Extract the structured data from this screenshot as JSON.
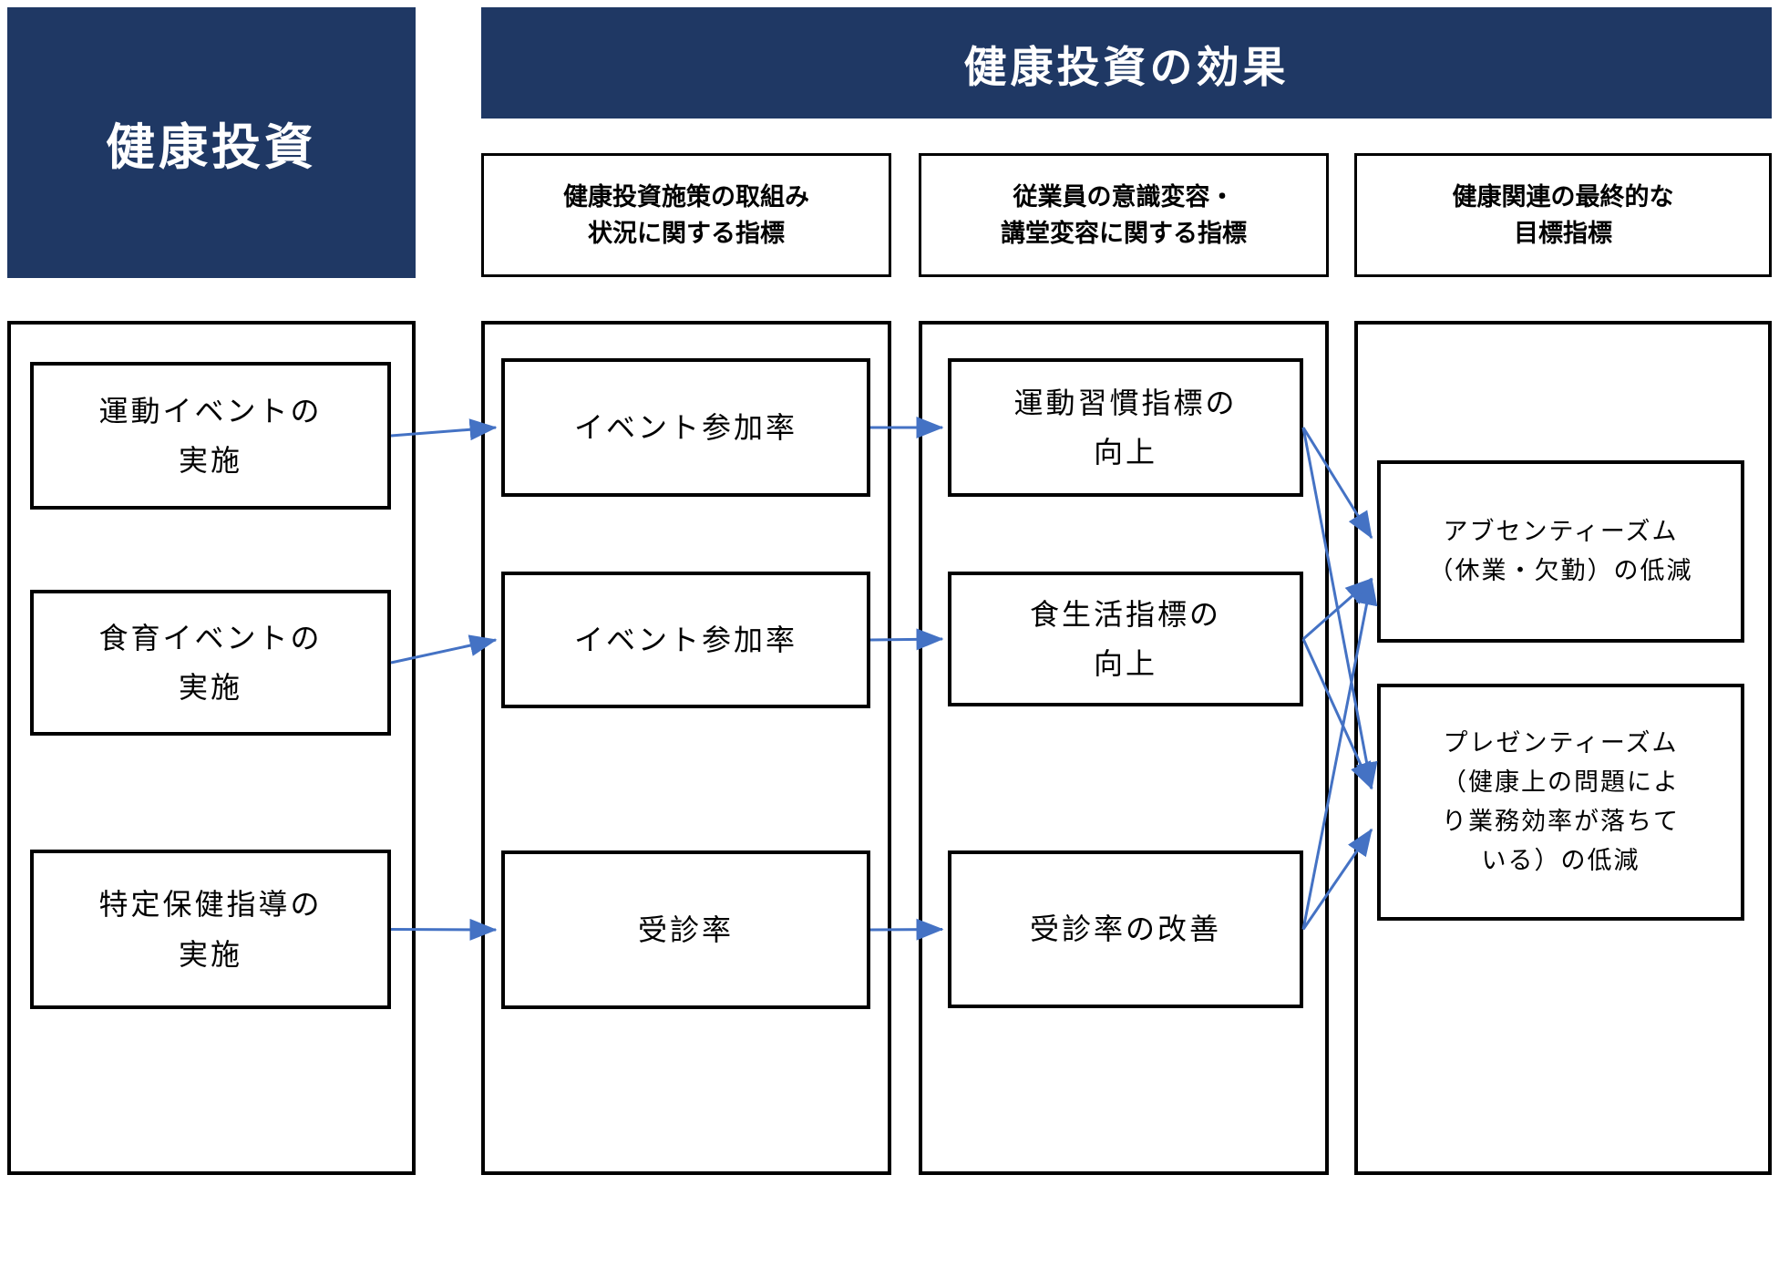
{
  "colors": {
    "navy": "#1F3864",
    "arrow": "#4472C4",
    "box_border": "#000000"
  },
  "left_panel": {
    "title": "健康投資"
  },
  "banner": {
    "title": "健康投資の効果"
  },
  "column_headers": [
    {
      "id": "h1",
      "lines": [
        "健康投資施策の取組み",
        "状況に関する指標"
      ]
    },
    {
      "id": "h2",
      "lines": [
        "従業員の意識変容・",
        "講堂変容に関する指標"
      ]
    },
    {
      "id": "h3",
      "lines": [
        "健康関連の最終的な",
        "目標指標"
      ]
    }
  ],
  "nodes": {
    "c1b1": {
      "lines": [
        "運動イベントの",
        "実施"
      ]
    },
    "c1b2": {
      "lines": [
        "食育イベントの",
        "実施"
      ]
    },
    "c1b3": {
      "lines": [
        "特定保健指導の",
        "実施"
      ]
    },
    "c2b1": {
      "lines": [
        "イベント参加率"
      ]
    },
    "c2b2": {
      "lines": [
        "イベント参加率"
      ]
    },
    "c2b3": {
      "lines": [
        "受診率"
      ]
    },
    "c3b1": {
      "lines": [
        "運動習慣指標の",
        "向上"
      ]
    },
    "c3b2": {
      "lines": [
        "食生活指標の",
        "向上"
      ]
    },
    "c3b3": {
      "lines": [
        "受診率の改善"
      ]
    },
    "c4b1": {
      "lines": [
        "アブセンティーズム",
        "（休業・欠勤）の低減"
      ]
    },
    "c4b2": {
      "lines": [
        "プレゼンティーズム",
        "（健康上の問題によ",
        "り業務効率が落ちて",
        "いる）の低減"
      ]
    }
  },
  "edges": [
    {
      "from": "c1b1",
      "to": "c2b1",
      "head": "center"
    },
    {
      "from": "c1b2",
      "to": "c2b2",
      "head": "center"
    },
    {
      "from": "c1b3",
      "to": "c2b3",
      "head": "center"
    },
    {
      "from": "c2b1",
      "to": "c3b1",
      "head": "center"
    },
    {
      "from": "c2b2",
      "to": "c3b2",
      "head": "center"
    },
    {
      "from": "c2b3",
      "to": "c3b3",
      "head": "center"
    },
    {
      "from": "c3b1",
      "to": "c4b1",
      "head": "upper"
    },
    {
      "from": "c3b1",
      "to": "c4b2",
      "head": "upper"
    },
    {
      "from": "c3b2",
      "to": "c4b1",
      "head": "lower"
    },
    {
      "from": "c3b2",
      "to": "c4b2",
      "head": "upper"
    },
    {
      "from": "c3b3",
      "to": "c4b1",
      "head": "lower"
    },
    {
      "from": "c3b3",
      "to": "c4b2",
      "head": "lower"
    }
  ]
}
